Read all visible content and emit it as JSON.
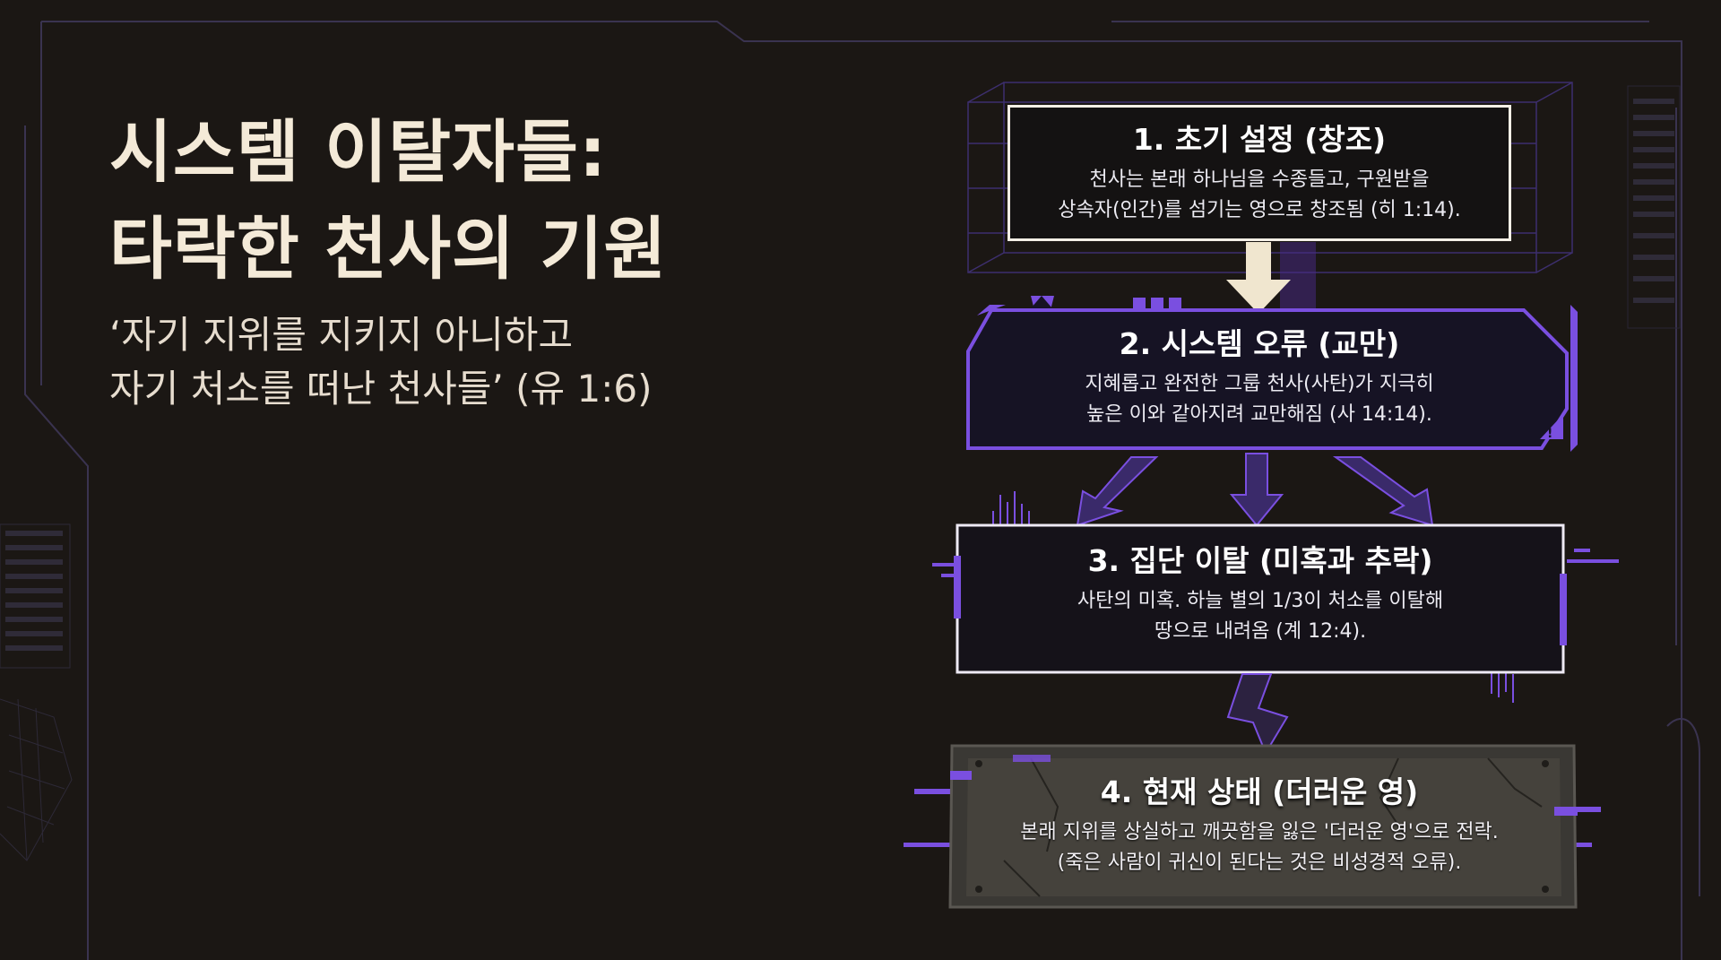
{
  "slide": {
    "title_lines": [
      "시스템 이탈자들:",
      "타락한 천사의 기원"
    ],
    "subtitle_lines": [
      "‘자기 지위를 지키지 아니하고",
      "자기 처소를 떠난 천사들’ (유 1:6)"
    ]
  },
  "steps": [
    {
      "title": "1. 초기 설정 (창조)",
      "desc_lines": [
        "천사는 본래 하나님을 수종들고, 구원받을",
        "상속자(인간)를 섬기는 영으로 창조됨 (히 1:14)."
      ]
    },
    {
      "title": "2. 시스템 오류 (교만)",
      "desc_lines": [
        "지혜롭고 완전한 그룹 천사(사탄)가 지극히",
        "높은 이와 같아지려 교만해짐 (사 14:14)."
      ]
    },
    {
      "title": "3. 집단 이탈 (미혹과 추락)",
      "desc_lines": [
        "사탄의 미혹. 하늘 별의 1/3이 처소를 이탈해",
        "땅으로 내려옴 (계 12:4)."
      ]
    },
    {
      "title": "4. 현재 상태 (더러운 영)",
      "desc_lines": [
        "본래 지위를 상실하고 깨끗함을 잃은 '더러운 영'으로 전락.",
        "(죽은 사람이 귀신이 된다는 것은 비성경적 오류)."
      ]
    }
  ],
  "colors": {
    "background": "#1b1714",
    "accent_purple": "#7a4fe0",
    "title_cream": "#f4ead8",
    "frame_line": "#3a3350"
  }
}
